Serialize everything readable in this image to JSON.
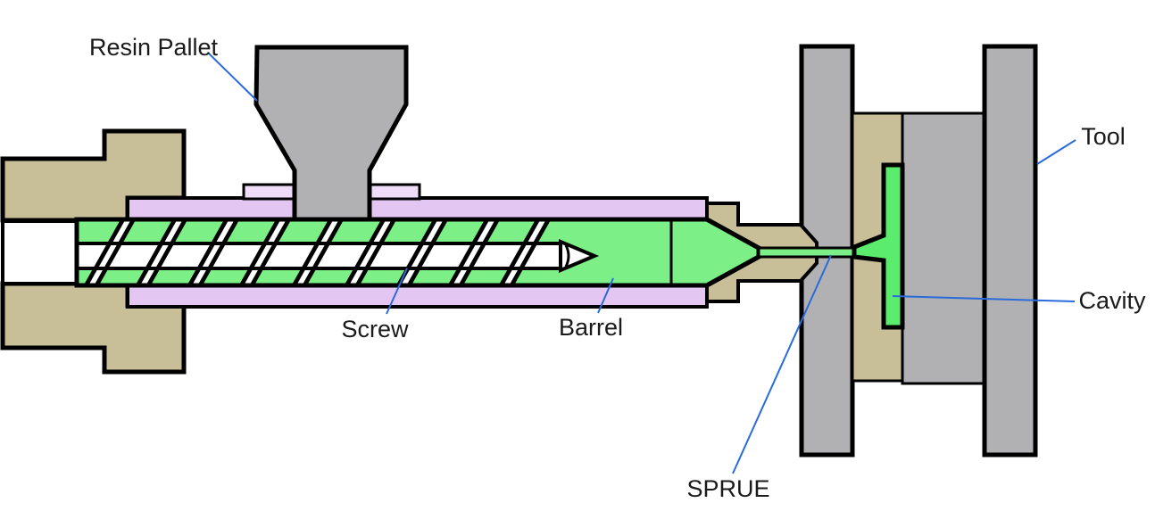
{
  "labels": {
    "resin_pallet": {
      "text": "Resin Pallet"
    },
    "screw": {
      "text": "Screw"
    },
    "barrel": {
      "text": "Barrel"
    },
    "sprue": {
      "text": "SPRUE"
    },
    "cavity": {
      "text": "Cavity"
    },
    "tool": {
      "text": "Tool"
    }
  },
  "colors": {
    "bg": "#ffffff",
    "tan": "#c8bf99",
    "lav": "#e3c6f1",
    "lavlight": "#eedcf8",
    "green": "#7cef86",
    "cavgreen": "#5beb6d",
    "gray": "#b1b0b2",
    "outline": "#000000",
    "blue": "#2a6bdb",
    "label": "#1a1a1a"
  }
}
